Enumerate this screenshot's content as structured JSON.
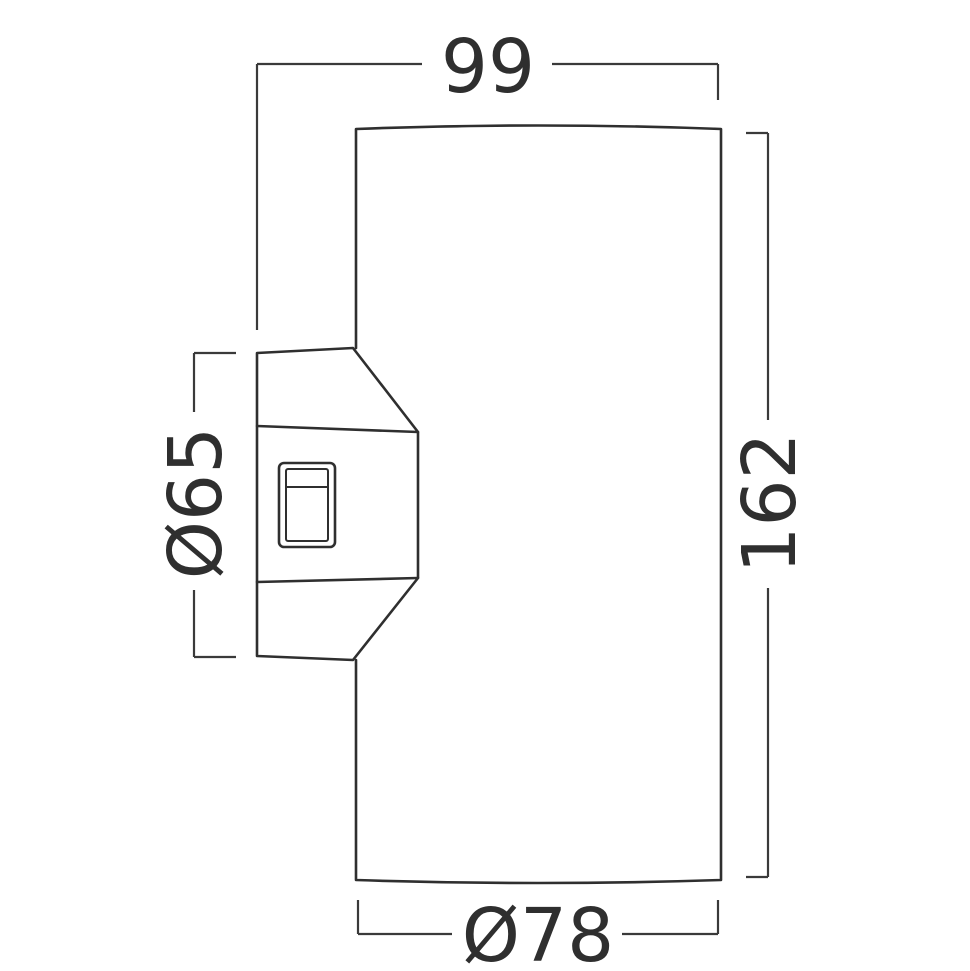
{
  "dimensions": {
    "overall_width": "99",
    "height": "162",
    "mount_diameter": "Ø65",
    "body_diameter": "Ø78"
  }
}
